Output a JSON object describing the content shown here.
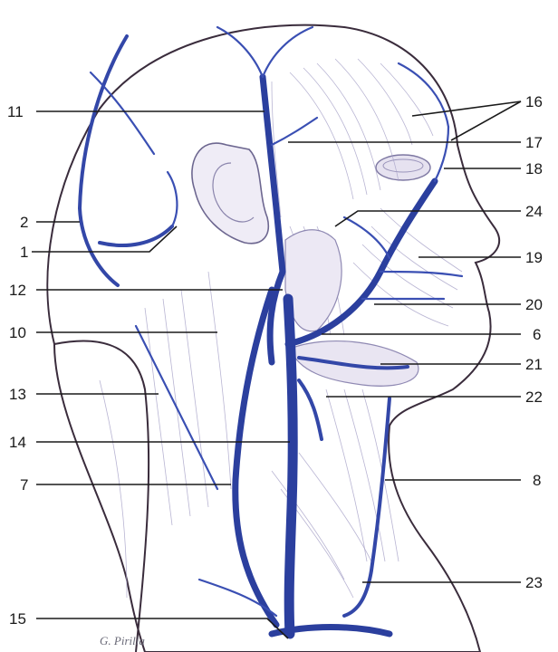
{
  "labels": {
    "l1": "1",
    "l2": "2",
    "l6": "6",
    "l7": "7",
    "l8": "8",
    "l10": "10",
    "l11": "11",
    "l12": "12",
    "l13": "13",
    "l14": "14",
    "l15": "15",
    "l16": "16",
    "l17": "17",
    "l18": "18",
    "l19": "19",
    "l20": "20",
    "l21": "21",
    "l22": "22",
    "l23": "23",
    "l24": "24"
  },
  "signature": "G. Pirilla",
  "colors": {
    "vein": "#2b3f9e",
    "muscle": "#a7a2c8",
    "skin": "#f4f1f8",
    "outline": "#3a2c3c"
  }
}
